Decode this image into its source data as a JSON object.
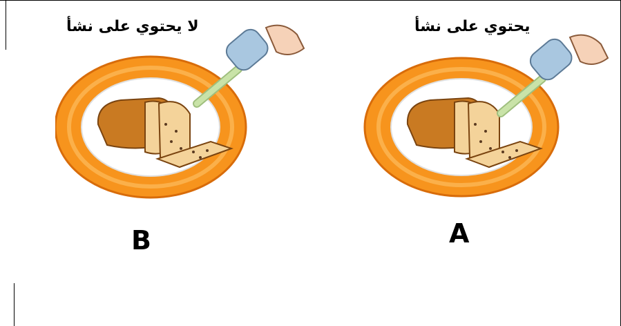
{
  "panels": [
    {
      "caption": "لا يحتوي على نشأ",
      "letter": "B"
    },
    {
      "caption": "يحتوي على نشأ",
      "letter": "A"
    }
  ],
  "colors": {
    "plate_orange": "#f7941d",
    "plate_inner": "#ffffff",
    "bread_crust": "#c97a22",
    "bread_slice": "#f4d39a",
    "dropper_liquid": "#c9e3a8",
    "dropper_bulb": "#a9c7e0"
  }
}
